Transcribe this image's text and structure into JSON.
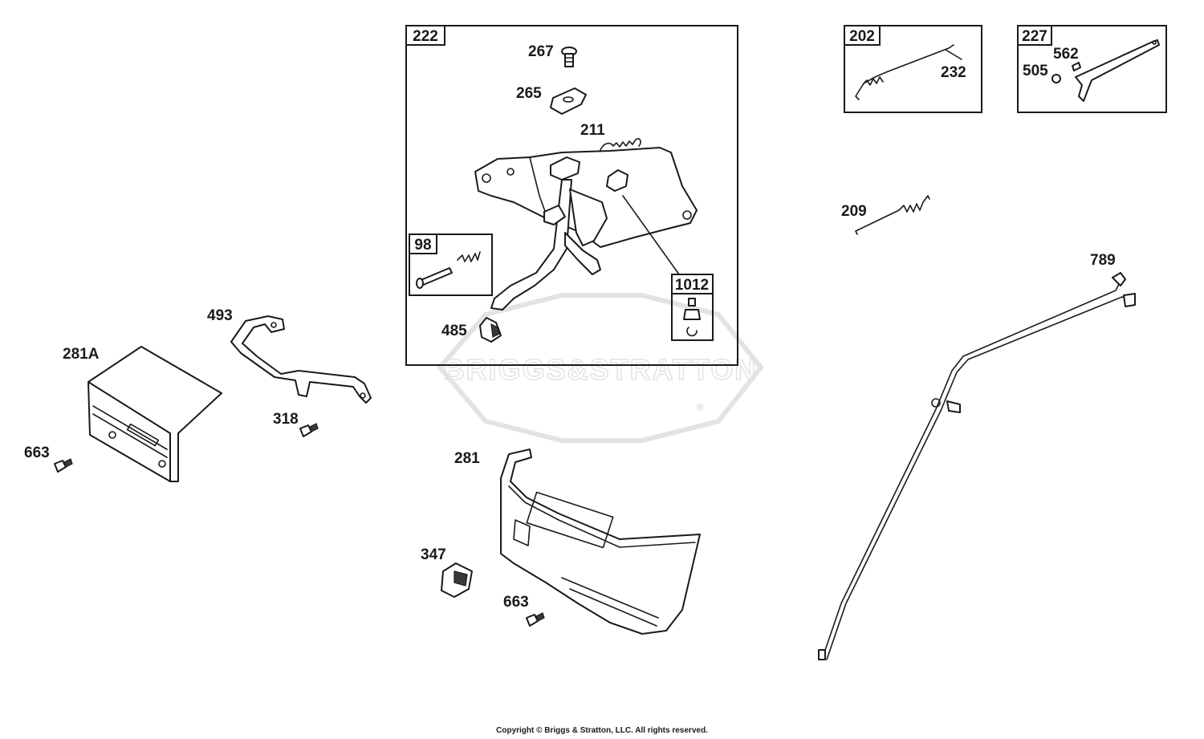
{
  "watermark": {
    "brand": "BRIGGS&STRATTON",
    "registered": "®"
  },
  "labels": {
    "p222": "222",
    "p267": "267",
    "p265": "265",
    "p211": "211",
    "p98": "98",
    "p1012": "1012",
    "p485": "485",
    "p202": "202",
    "p232": "232",
    "p227": "227",
    "p562": "562",
    "p505": "505",
    "p209": "209",
    "p789": "789",
    "p493": "493",
    "p281A": "281A",
    "p318": "318",
    "p663a": "663",
    "p281": "281",
    "p347": "347",
    "p663b": "663"
  },
  "copyright": "Copyright © Briggs & Stratton, LLC. All rights reserved."
}
